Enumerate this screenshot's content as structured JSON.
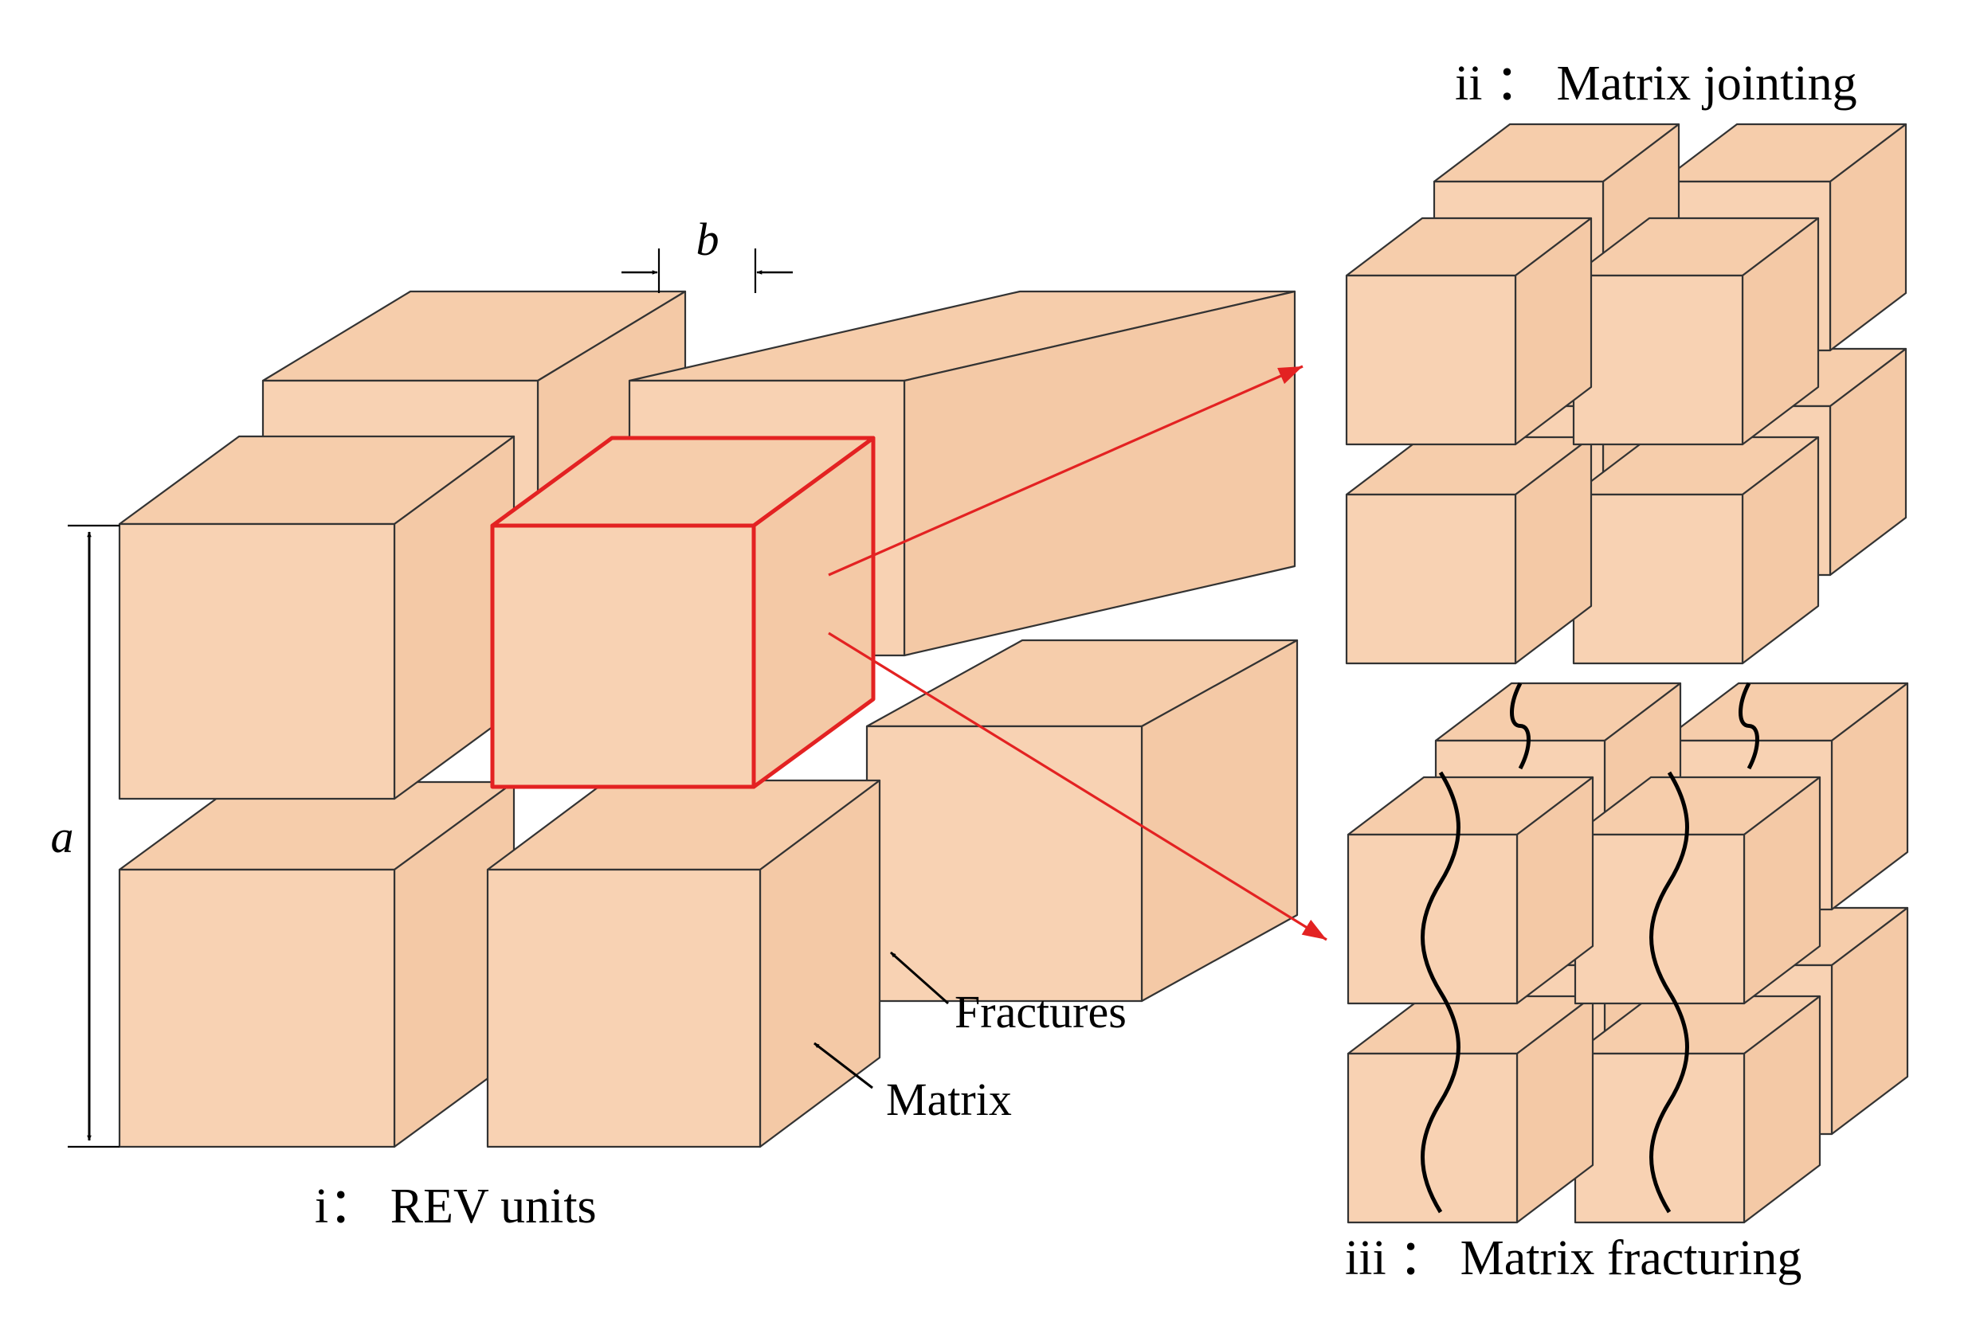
{
  "labels": {
    "panel_i": "i： REV units",
    "panel_ii": "ii ： Matrix jointing",
    "panel_iii": "iii ： Matrix fracturing",
    "fractures": "Fractures",
    "matrix": "Matrix",
    "dim_a": "a",
    "dim_b": "b"
  },
  "colors": {
    "matrix_front": "#f8d2b3",
    "matrix_top": "#f6cdab",
    "matrix_side": "#f4c9a6",
    "edge": "#333333",
    "highlight": "#e32222",
    "pointer": "#e32222",
    "fracture_line": "#000000"
  }
}
